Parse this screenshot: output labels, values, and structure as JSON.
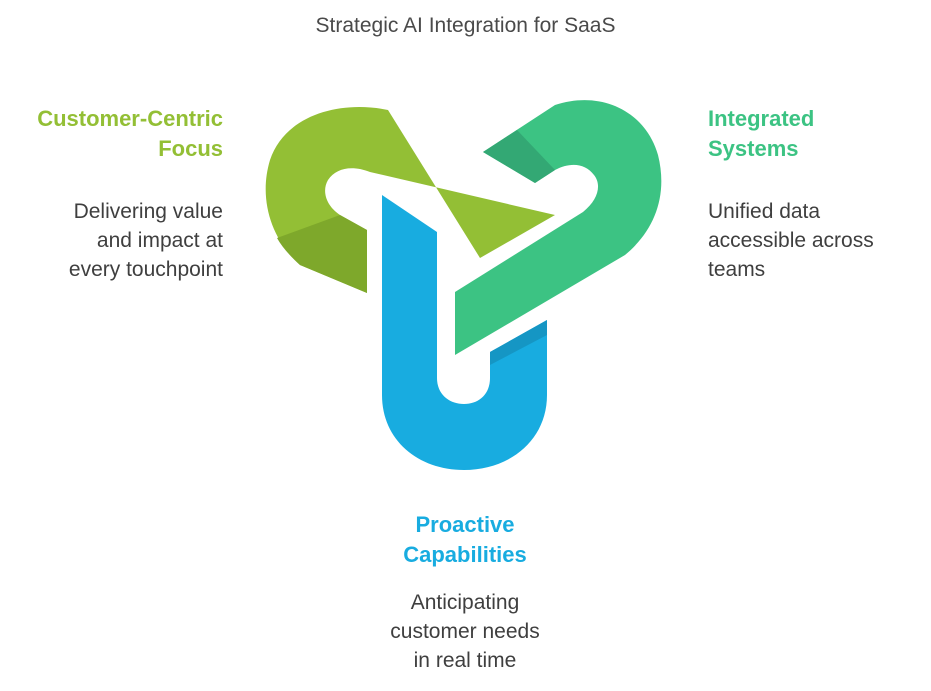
{
  "title": "Strategic AI Integration for SaaS",
  "colors": {
    "green_light": "#93bf35",
    "green_light_dark": "#6f9423",
    "green_teal": "#3cc383",
    "green_teal_dark": "#2a9a64",
    "blue": "#18ace0",
    "blue_dark": "#1283b0"
  },
  "sections": {
    "left": {
      "heading_line1": "Customer-Centric",
      "heading_line2": "Focus",
      "desc_line1": "Delivering value",
      "desc_line2": "and impact at",
      "desc_line3": "every touchpoint"
    },
    "right": {
      "heading_line1": "Integrated",
      "heading_line2": "Systems",
      "desc_line1": "Unified data",
      "desc_line2": "accessible across",
      "desc_line3": "teams"
    },
    "bottom": {
      "heading_line1": "Proactive",
      "heading_line2": "Capabilities",
      "desc_line1": "Anticipating",
      "desc_line2": "customer needs",
      "desc_line3": "in real time"
    }
  }
}
